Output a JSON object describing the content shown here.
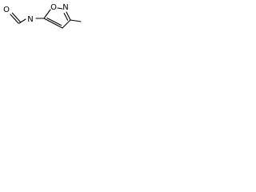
{
  "molecule": {
    "description_text": "",
    "atoms": {
      "carbonyl_oxygen": "O",
      "amide_nitrogen": "N",
      "ring_oxygen": "O",
      "ring_nitrogen": "N"
    }
  }
}
